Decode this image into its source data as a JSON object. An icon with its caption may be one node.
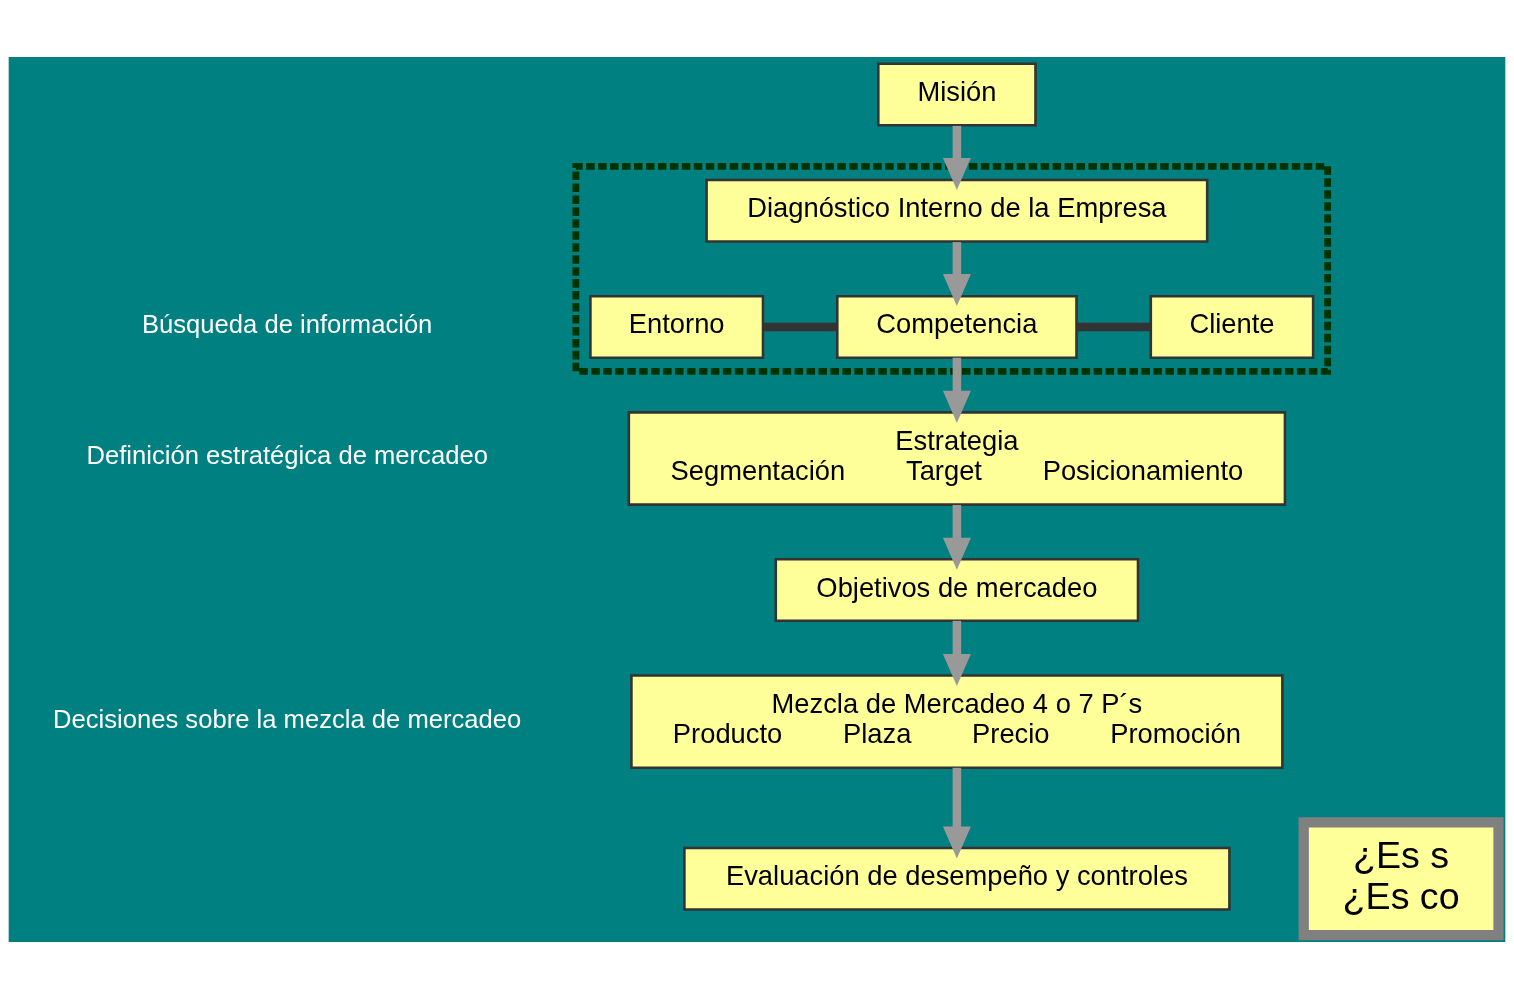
{
  "diagram": {
    "nodes": [
      {
        "text": [
          "Misión"
        ]
      },
      {
        "text": [],
        "shape": "box"
      },
      {
        "text": [
          "Diagnóstico Interno de la Empresa"
        ],
        "in": 1
      },
      {
        "text": [
          "Entorno"
        ],
        "in": 1
      },
      {
        "text": [
          "Competencia"
        ],
        "in": 1
      },
      {
        "text": [
          "Cliente"
        ],
        "in": 1
      },
      {
        "text": [
          "Estrategia",
          "Segmentación",
          "Target",
          "Posicionamiento"
        ]
      },
      {
        "text": [
          "Objetivos de mercadeo"
        ]
      },
      {
        "text": [
          "Mezcla de Mercadeo 4 o 7 P´s",
          "Producto",
          "Plaza",
          "Precio",
          "Promoción"
        ]
      },
      {
        "text": [
          "Evaluación de desempeño y controles"
        ]
      },
      {
        "text": [
          "¿Es s",
          "¿Es co"
        ]
      }
    ],
    "edges": [
      {
        "from": 0,
        "to": 2,
        "arrow": "to"
      },
      {
        "from": 2,
        "to": 4,
        "arrow": "to"
      },
      {
        "from": 3,
        "to": 4,
        "arrow": "none",
        "color": "#333333"
      },
      {
        "from": 4,
        "to": 5,
        "arrow": "none",
        "color": "#333333"
      },
      {
        "from": 4,
        "to": 6,
        "arrow": "to"
      },
      {
        "from": 6,
        "to": 7,
        "arrow": "to"
      },
      {
        "from": 7,
        "to": 8,
        "arrow": "to"
      },
      {
        "from": 8,
        "to": 9,
        "arrow": "to"
      }
    ],
    "labels": [
      "Búsqueda de información",
      "Definición estratégica de mercadeo",
      "Decisiones sobre la mezcla de mercadeo"
    ]
  }
}
